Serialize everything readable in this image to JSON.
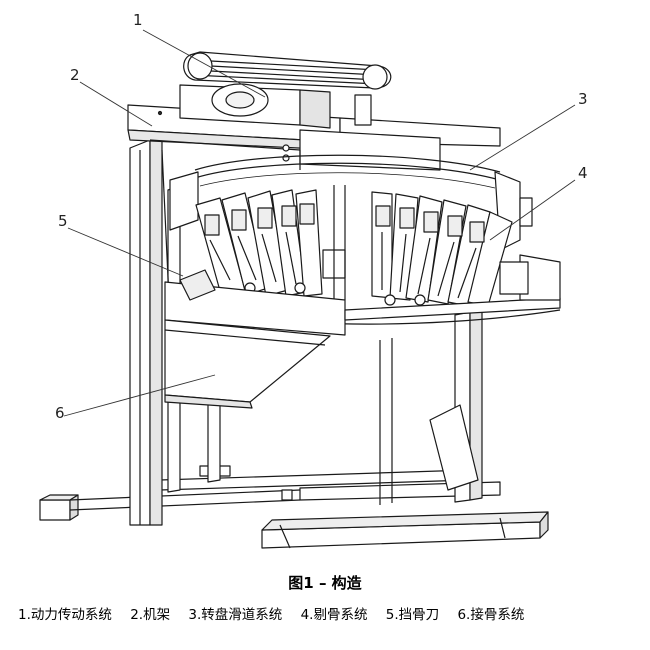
{
  "figure": {
    "title": "图1 – 构造",
    "callouts": [
      "1",
      "2",
      "3",
      "4",
      "5",
      "6"
    ],
    "legend": [
      "1.动力传动系统",
      "2.机架",
      "3.转盘滑道系统",
      "4.剔骨系统",
      "5.挡骨刀",
      "6.接骨系统"
    ]
  }
}
